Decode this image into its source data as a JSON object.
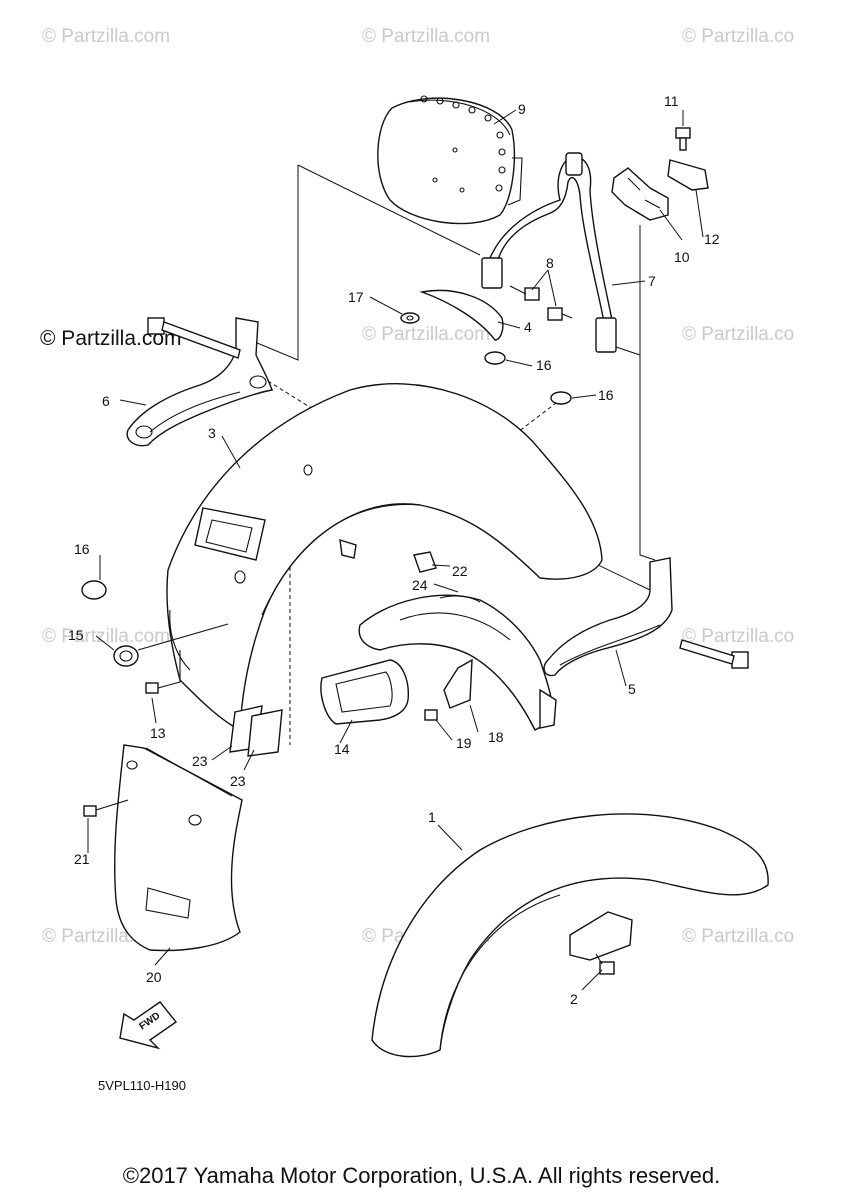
{
  "watermark": "© Partzilla.com",
  "watermark_short": "© Partzilla.co",
  "diagram_code": "5VPL110-H190",
  "fwd_label": "FWD",
  "copyright": "©2017 Yamaha Motor Corporation, U.S.A. All rights reserved.",
  "callouts": {
    "c1": "1",
    "c2": "2",
    "c3": "3",
    "c4": "4",
    "c5": "5",
    "c6": "6",
    "c7": "7",
    "c8": "8",
    "c9": "9",
    "c10": "10",
    "c11": "11",
    "c12": "12",
    "c13": "13",
    "c14": "14",
    "c15": "15",
    "c16a": "16",
    "c16b": "16",
    "c16c": "16",
    "c17": "17",
    "c18": "18",
    "c19": "19",
    "c20": "20",
    "c21": "21",
    "c22": "22",
    "c23a": "23",
    "c23b": "23",
    "c24": "24"
  }
}
